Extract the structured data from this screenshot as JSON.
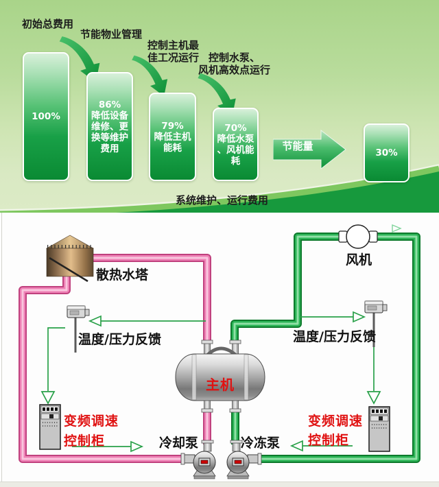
{
  "top_chart": {
    "chart_data": {
      "type": "bar",
      "values": [
        100,
        86,
        79,
        70,
        30
      ],
      "unit": "%",
      "bar_labels": [
        [
          "100%"
        ],
        [
          "86%",
          "降低设备",
          "维修、更",
          "换等维护",
          "费用"
        ],
        [
          "79%",
          "降低主机",
          "能耗"
        ],
        [
          "70%",
          "降低水泵",
          "、风机能",
          "耗"
        ],
        [
          "30%"
        ]
      ],
      "annotations": [
        "初始总费用",
        "节能物业管理",
        "控制主机最佳工况运行",
        "控制水泵、风机高效点运行"
      ],
      "arrow_label": "节能量",
      "bottom_label": "系统维护、运行费用",
      "ylim": [
        0,
        100
      ],
      "grid": false,
      "legend": "none"
    },
    "annotations": {
      "a1": "初始总费用",
      "a2": "节能物业管理",
      "a3_line1": "控制主机最",
      "a3_line2": "佳工况运行",
      "a4_line1": "控制水泵、",
      "a4_line2": "风机高效点运行"
    },
    "bars": {
      "b1": {
        "l1": "100%"
      },
      "b2": {
        "l1": "86%",
        "l2": "降低设备",
        "l3": "维修、更",
        "l4": "换等维护",
        "l5": "费用"
      },
      "b3": {
        "l1": "79%",
        "l2": "降低主机",
        "l3": "能耗"
      },
      "b4": {
        "l1": "70%",
        "l2": "降低水泵",
        "l3": "、风机能",
        "l4": "耗"
      },
      "b5": {
        "l1": "30%"
      }
    },
    "arrow_label": "节能量",
    "footer": "系统维护、运行费用"
  },
  "diagram": {
    "cooling_tower": "散热水塔",
    "fan": "风机",
    "feedback_left": "温度/压力反馈",
    "feedback_right": "温度/压力反馈",
    "chiller": "主机",
    "vfd_left_line1": "变频调速",
    "vfd_left_line2": "控制柜",
    "vfd_right_line1": "变频调速",
    "vfd_right_line2": "控制柜",
    "cooling_pump": "冷却泵",
    "chilled_pump": "冷冻泵"
  },
  "colors": {
    "bar_green_dark": "#0a8a33",
    "bar_green_light": "#d8f0da",
    "swoosh_dark_green": "#17993d",
    "swoosh_mid_green": "#7ec75f",
    "pipe_pink": "#ee82b6",
    "pipe_pink_edge": "#c0417e",
    "pipe_green": "#2cb457",
    "pipe_green_edge": "#0d7a2c",
    "feedback_line_green": "#28a048",
    "label_red": "#e01212",
    "background_top_green": "#a9d489",
    "background_bottom": "#fdfdfd"
  }
}
